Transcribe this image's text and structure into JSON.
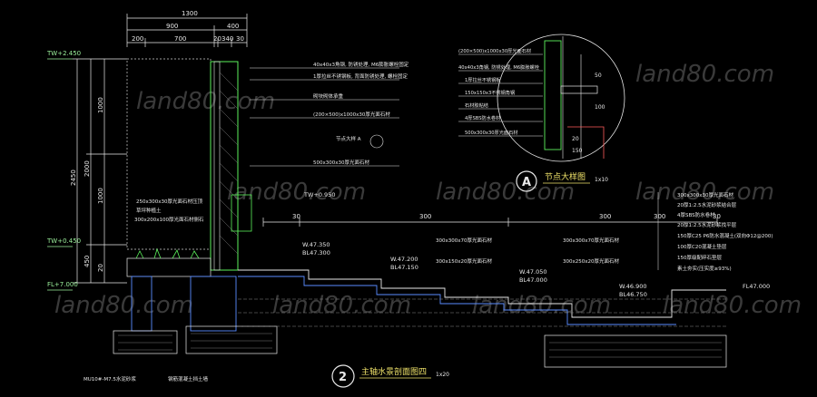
{
  "watermark": "land80.com",
  "top_dims": {
    "total": "1300",
    "d900": "900",
    "d400": "400",
    "d200": "200",
    "d700": "700",
    "d20a": "20",
    "d340": "340",
    "d30": "30"
  },
  "left_dims": [
    "2450",
    "2000",
    "1000",
    "1000",
    "450",
    "20"
  ],
  "tw_labels": {
    "top": "TW+2.450",
    "mid": "TW+0.450",
    "fl": "FL+7.000"
  },
  "wall_labels": [
    "40x40x3角钢, 防锈处理, M6膨胀螺栓固定",
    "1厚拉丝不锈钢板, 背面防锈处理, 螺栓固定",
    "砌块砌体承重",
    "(200×500)x1000x30厚光面石材",
    "节点大样  A",
    "500x300x30厚光面石材"
  ],
  "left_notes": [
    "250x300x30厚光面石材压顶",
    "草坪种植土",
    "300x200x100厚光面石材侧石",
    "MU10#-M7.5水泥砂浆",
    "钢筋混凝土挡土墙"
  ],
  "elev_labels": [
    {
      "id": "tw0950",
      "text": "TW+0.950"
    },
    {
      "id": "w4735",
      "text": "W.47.350"
    },
    {
      "id": "bl4730",
      "text": "BL47.300"
    },
    {
      "id": "w4720",
      "text": "W.47.200"
    },
    {
      "id": "bl4715",
      "text": "BL47.150"
    },
    {
      "id": "w4705",
      "text": "W.47.050"
    },
    {
      "id": "bl4700",
      "text": "BL47.000"
    },
    {
      "id": "w4690",
      "text": "W.46.900"
    },
    {
      "id": "bl4675",
      "text": "BL46.750"
    },
    {
      "id": "fl4700b",
      "text": "FL47.000"
    }
  ],
  "step_dims": [
    "30",
    "300",
    "300",
    "300",
    "30"
  ],
  "detail": {
    "title": "节点大样图",
    "scale": "1x10",
    "marker": "A",
    "labels": [
      "(200×500)x1000x30厚光面石材",
      "40x40x3角钢, 防锈处理, M6膨胀螺栓",
      "1厚拉丝不锈钢板",
      "150x150x3不锈钢角钢",
      "石材胶粘结",
      "4厚SBS防水卷材",
      "500x300x30厚光面石材"
    ],
    "dims": [
      "50",
      "100",
      "20",
      "150"
    ]
  },
  "right_layers": [
    "300x300x30厚光面石材",
    "20厚1:2.5水泥砂浆结合层",
    "4厚SBS防水卷材",
    "20厚1:2.5水泥砂浆找平层",
    "150厚C25 P6防水混凝土(双向Φ12@200)",
    "100厚C20混凝土垫层",
    "150厚级配碎石垫层",
    "素土夯实(压实度≥93%)"
  ],
  "mid_layers": [
    "300x300x70厚光面石材",
    "300x150x20厚光面石材",
    "300x300x70厚光面石材",
    "300x250x20厚光面石材"
  ],
  "main_title": {
    "text": "主轴水景剖面图四",
    "scale": "1x20",
    "marker": "2"
  }
}
